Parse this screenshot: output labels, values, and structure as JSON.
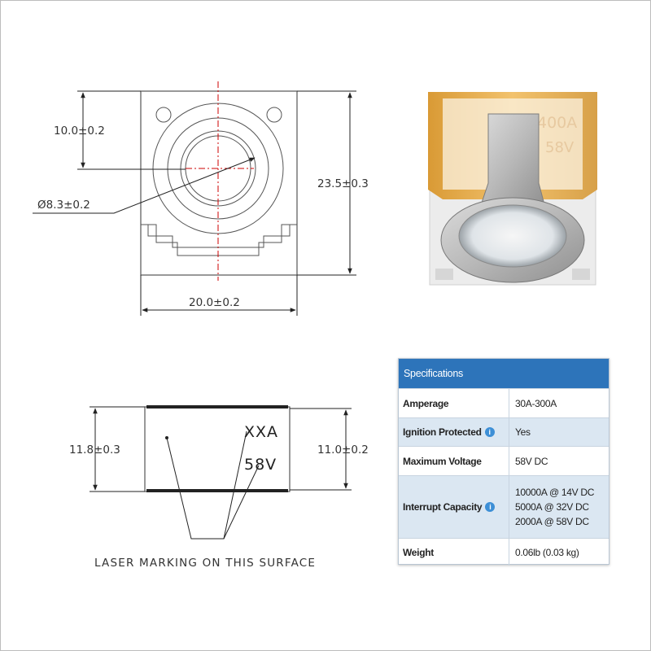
{
  "drawing": {
    "front_dimensions": {
      "height_center": "10.0±0.2",
      "hole_diameter": "Ø8.3±0.2",
      "total_height": "23.5±0.3",
      "width": "20.0±0.2"
    },
    "side_dimensions": {
      "left_height": "11.8±0.3",
      "right_height": "11.0±0.2"
    },
    "marking_lines": [
      "XXA",
      "58V"
    ],
    "caption": "LASER MARKING ON THIS SURFACE"
  },
  "photo": {
    "label_amps": "400A",
    "label_volts": "58V"
  },
  "specifications": {
    "header": "Specifications",
    "info_icon_glyph": "i",
    "rows": [
      {
        "label": "Amperage",
        "value": [
          "30A-300A"
        ],
        "info": false
      },
      {
        "label": "Ignition Protected",
        "value": [
          "Yes"
        ],
        "info": true
      },
      {
        "label": "Maximum Voltage",
        "value": [
          "58V DC"
        ],
        "info": false
      },
      {
        "label": "Interrupt Capacity",
        "value": [
          "10000A @ 14V DC",
          "5000A @ 32V DC",
          "2000A @ 58V DC"
        ],
        "info": true
      },
      {
        "label": "Weight",
        "value": [
          "0.06lb (0.03 kg)"
        ],
        "info": false
      }
    ]
  },
  "colors": {
    "header_blue": "#2d74ba",
    "row_alt": "#dbe7f2",
    "center_line": "#cc0000",
    "fuse_amber": "#e8b15a"
  }
}
